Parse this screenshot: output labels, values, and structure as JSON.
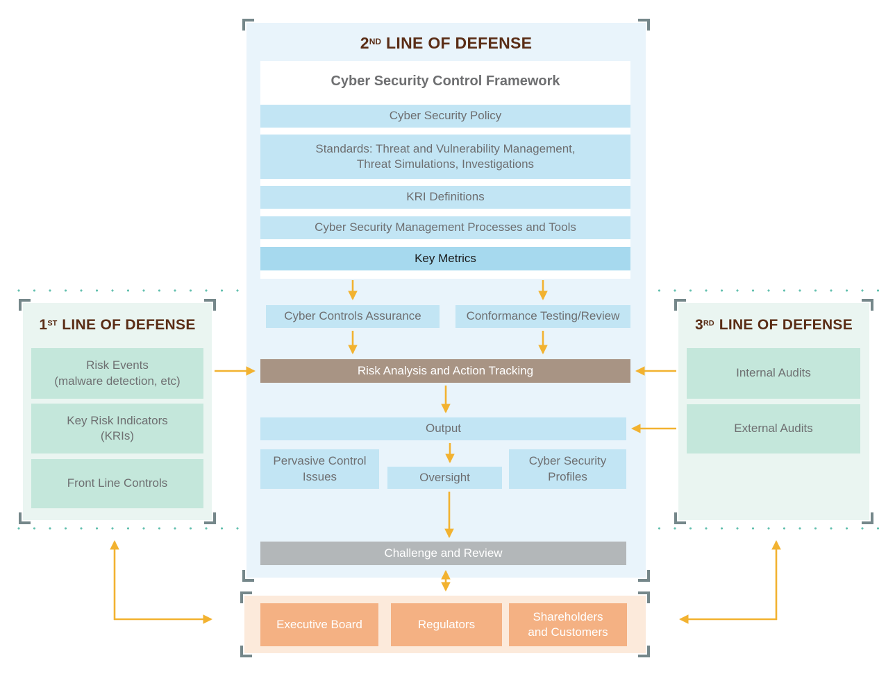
{
  "line2": {
    "title": {
      "num": "2",
      "sup": "ND",
      "rest": "LINE OF DEFENSE"
    },
    "framework_header": "Cyber Security Control Framework",
    "policy": "Cyber Security Policy",
    "standards": "Standards: Threat and Vulnerability Management,\nThreat Simulations, Investigations",
    "kri": "KRI Definitions",
    "processes": "Cyber Security Management Processes and Tools",
    "key_metrics": "Key Metrics",
    "cyber_controls_assurance": "Cyber Controls Assurance",
    "conformance": "Conformance Testing/Review",
    "risk_analysis": "Risk Analysis and Action Tracking",
    "output": "Output",
    "pervasive": "Pervasive Control\nIssues",
    "oversight": "Oversight",
    "profiles": "Cyber Security\nProfiles",
    "challenge": "Challenge and Review"
  },
  "line1": {
    "title": {
      "num": "1",
      "sup": "ST",
      "rest": "LINE OF DEFENSE"
    },
    "risk_events": "Risk Events\n(malware detection, etc)",
    "kris": "Key Risk Indicators\n(KRIs)",
    "front_line": "Front Line Controls"
  },
  "line3": {
    "title": {
      "num": "3",
      "sup": "RD",
      "rest": "LINE OF DEFENSE"
    },
    "internal": "Internal Audits",
    "external": "External Audits"
  },
  "stakeholders": {
    "executive_board": "Executive Board",
    "regulators": "Regulators",
    "shareholders": "Shareholders\nand Customers"
  },
  "colors": {
    "arrow_gold": "#F2B230",
    "dotted_teal": "#66C1B0",
    "title_brown": "#5A2D16",
    "bar_blue": "#C2E5F4",
    "bar_blue_dark": "#A6D9EE",
    "panel_blue": "#E9F4FB",
    "bar_brown": "#A89484",
    "bar_gray": "#B3B7B9",
    "box_mint": "#C4E7DB",
    "panel_mint": "#EAF5F1",
    "box_orange": "#F4B183",
    "panel_orange": "#FCEADB",
    "bracket_gray": "#75878A",
    "text_gray": "#6E6F71"
  }
}
